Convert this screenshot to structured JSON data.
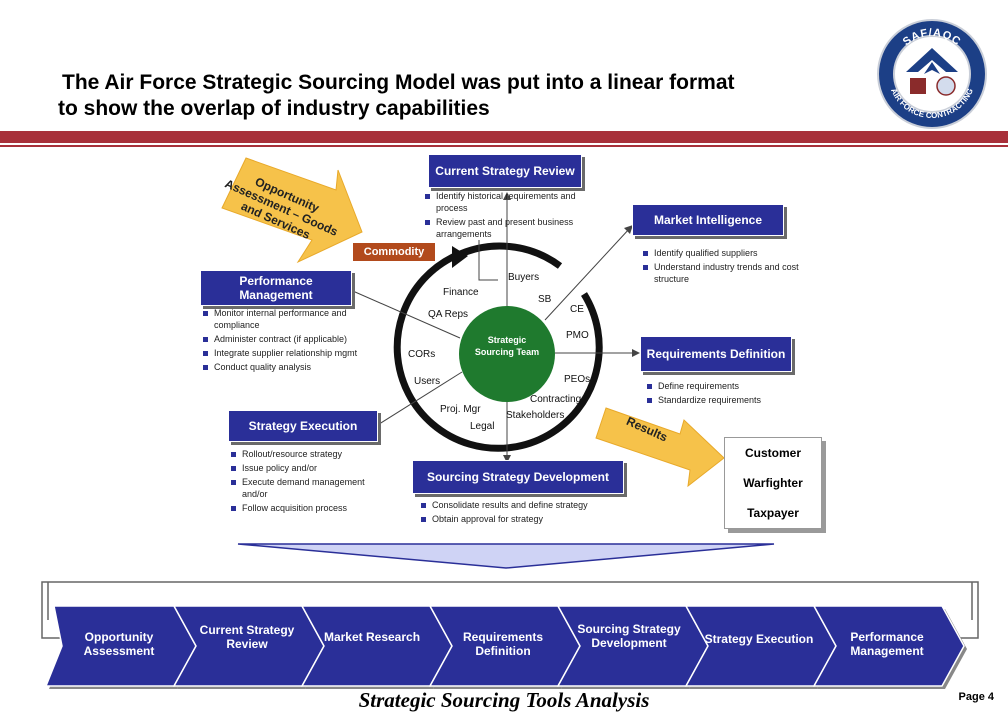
{
  "title": {
    "line1": "The Air Force Strategic Sourcing Model was put into a linear format",
    "line2": "to show the overlap of industry capabilities"
  },
  "logo": {
    "top_text": "SAF/AQC",
    "bottom_text": "AIR FORCE CONTRACTING"
  },
  "colors": {
    "navy": "#2a2f98",
    "red_bar": "#a8303a",
    "commodity": "#b24a1c",
    "arrow": "#f6c24a",
    "circle_green": "#1f7a2e"
  },
  "opportunity_arrow": {
    "text": "Opportunity Assessment – Goods and Services"
  },
  "commodity_label": "Commodity",
  "current_strategy": {
    "header": "Current Strategy Review",
    "bullets": [
      "Identify historical requirements and process",
      "Review past and present business arrangements"
    ]
  },
  "market_intelligence": {
    "header": "Market Intelligence",
    "bullets": [
      "Identify qualified suppliers",
      "Understand industry trends and cost structure"
    ]
  },
  "performance_management": {
    "header": "Performance Management",
    "bullets": [
      "Monitor internal performance and compliance",
      "Administer contract (if applicable)",
      "Integrate supplier relationship mgmt",
      "Conduct quality analysis"
    ]
  },
  "requirements_definition": {
    "header": "Requirements Definition",
    "bullets": [
      "Define requirements",
      "Standardize requirements"
    ]
  },
  "strategy_execution": {
    "header": "Strategy Execution",
    "bullets": [
      "Rollout/resource strategy",
      "Issue policy and/or",
      "Execute demand management and/or",
      "Follow acquisition process"
    ]
  },
  "sourcing_strategy": {
    "header": "Sourcing Strategy Development",
    "bullets": [
      "Consolidate results and define strategy",
      "Obtain approval for strategy"
    ]
  },
  "center": {
    "text": "Strategic Sourcing Team"
  },
  "stakeholder_labels": [
    "Buyers",
    "Finance",
    "SB",
    "CE",
    "QA Reps",
    "PMO",
    "CORs",
    "PEOs",
    "Users",
    "Contracting",
    "Proj. Mgr",
    "Stakeholders",
    "Legal"
  ],
  "results": {
    "arrow_text": "Results",
    "items": [
      "Customer",
      "Warfighter",
      "Taxpayer"
    ]
  },
  "linear_stages": [
    "Opportunity Assessment",
    "Current Strategy Review",
    "Market Research",
    "Requirements Definition",
    "Sourcing Strategy Development",
    "Strategy Execution",
    "Performance Management"
  ],
  "footer": "Strategic Sourcing Tools Analysis",
  "page_label": "Page 4"
}
